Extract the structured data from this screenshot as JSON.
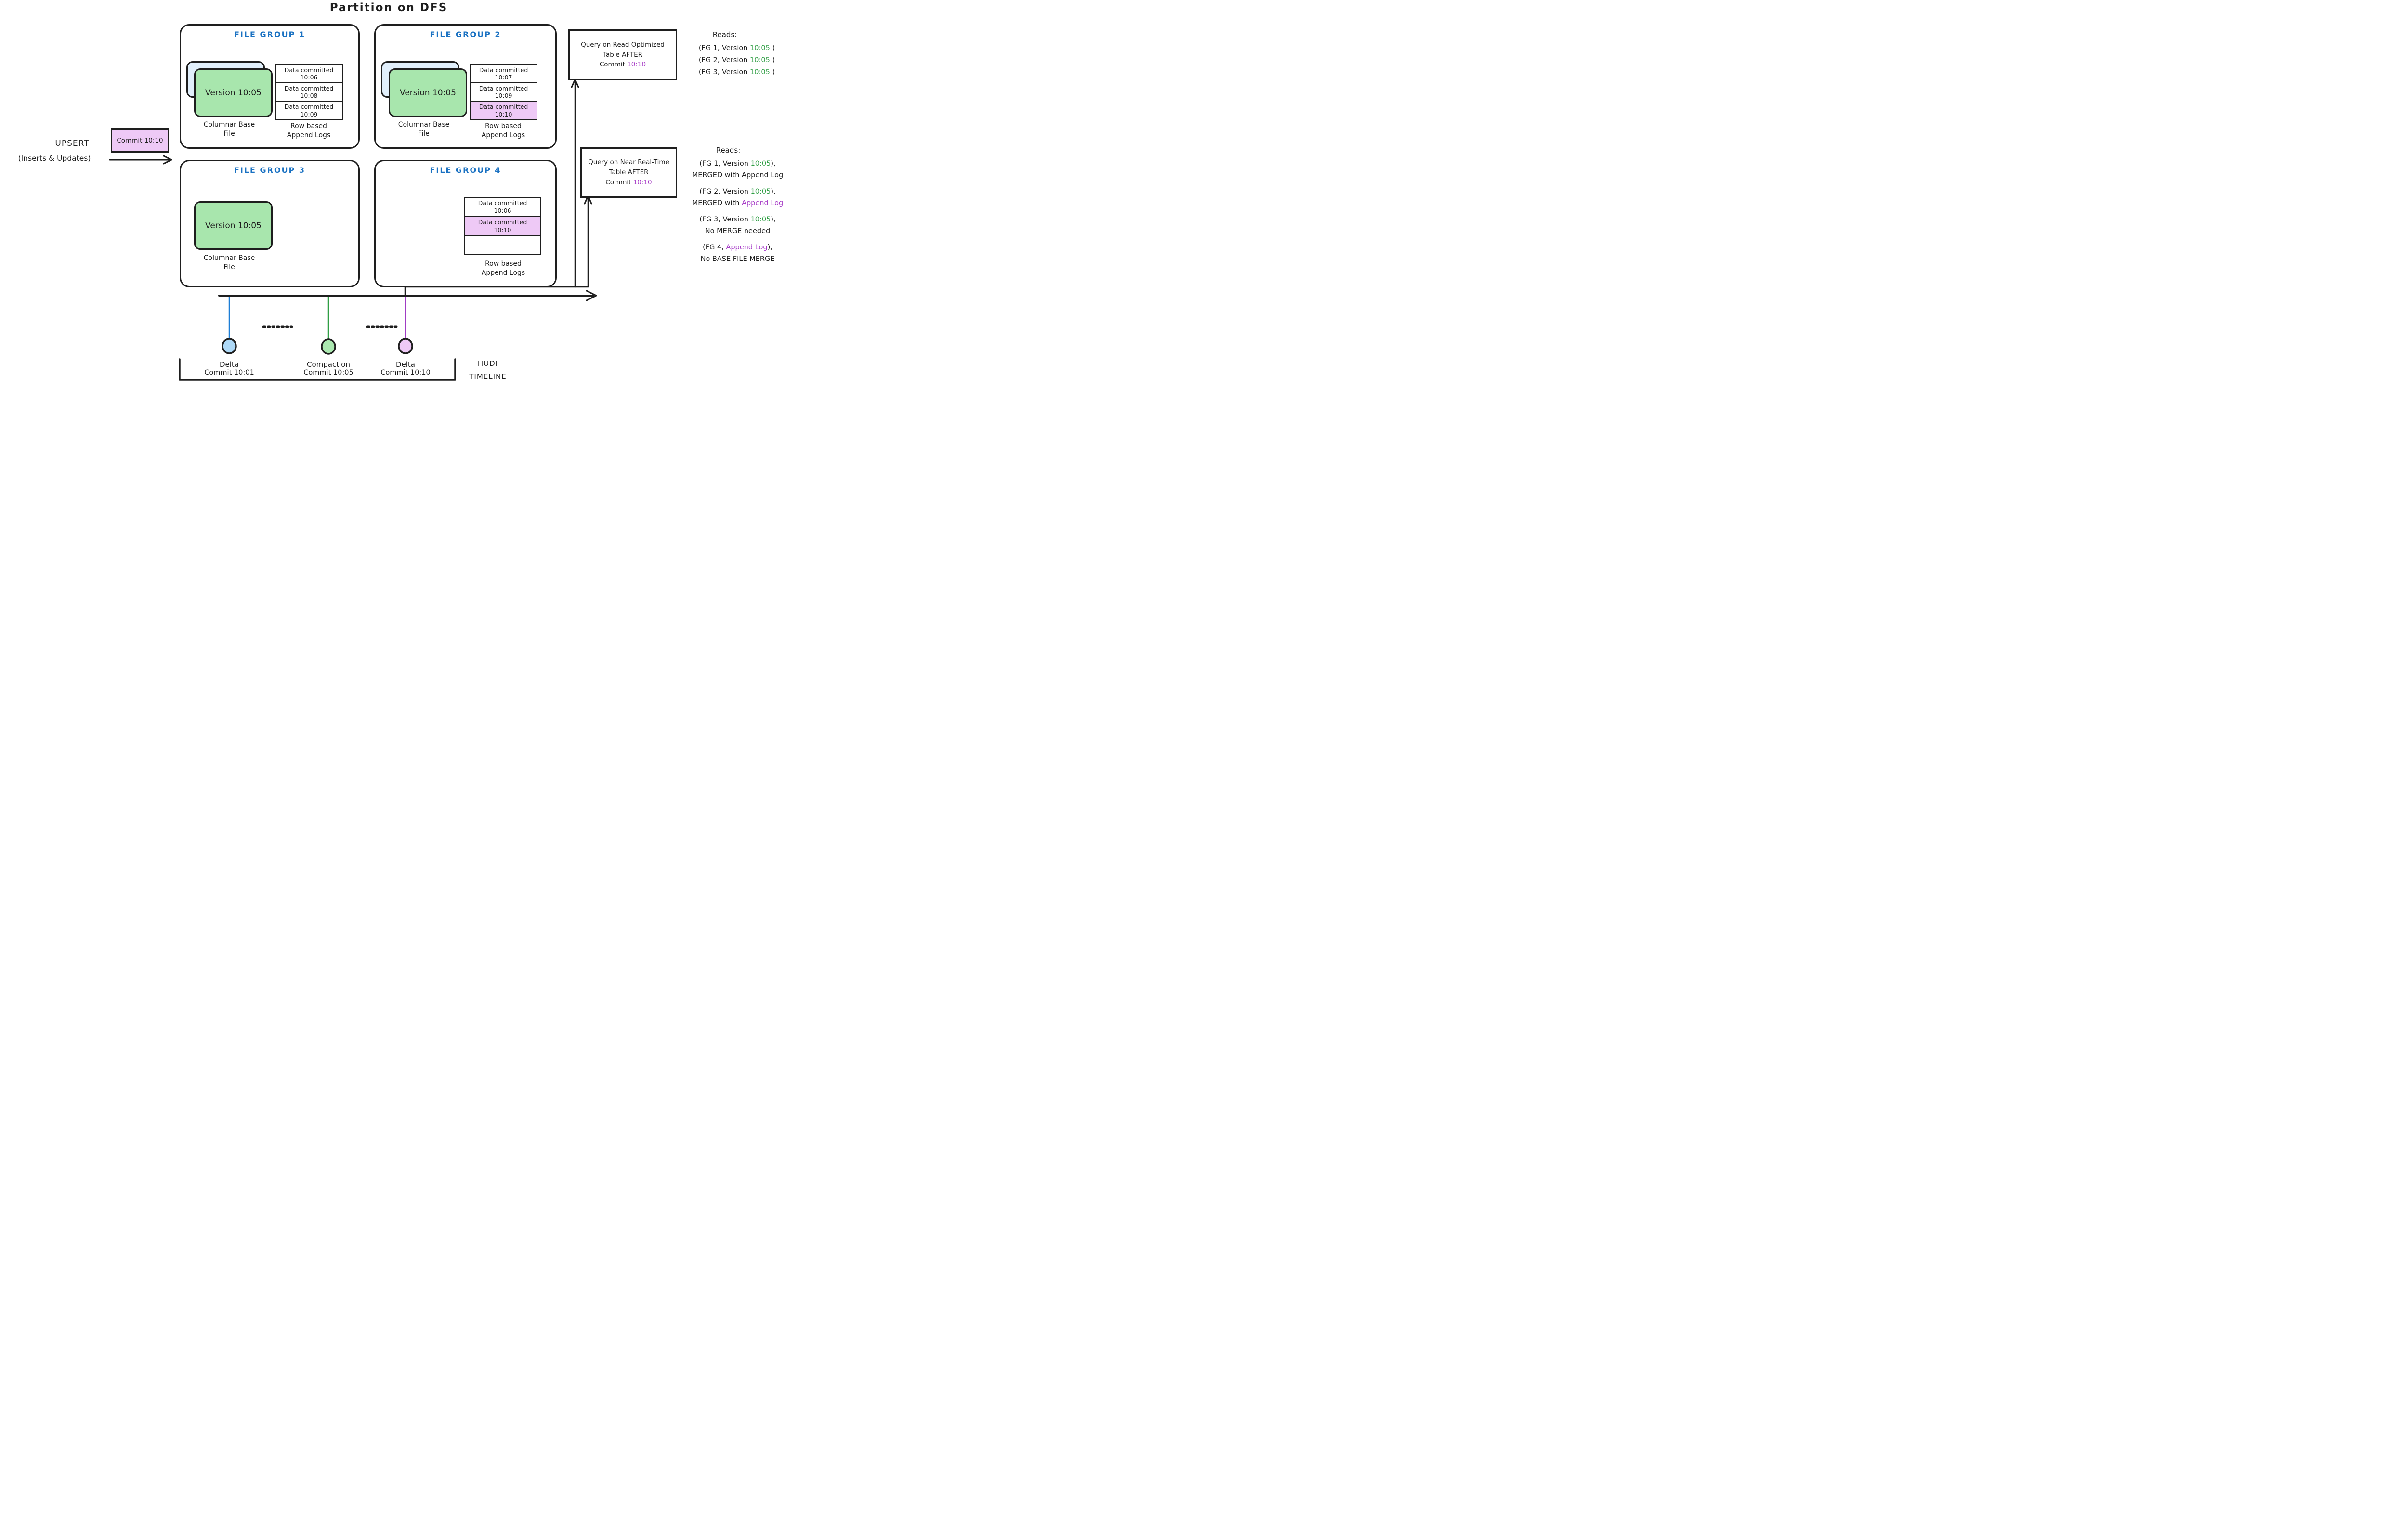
{
  "title": "Partition on DFS",
  "colors": {
    "stroke": "#1e1e1e",
    "file_group_heading": "#1971c2",
    "base_file_green": "#a8e6ad",
    "old_file_blue": "#e1effb",
    "commit_purple_fill": "#eec9f6",
    "green_time_text": "#2f9e44",
    "purple_time_text": "#a63bc6",
    "timeline_stem_blue": "#1c7ed6",
    "timeline_stem_green": "#2f9e44",
    "timeline_stem_purple": "#a03bc4"
  },
  "upsert": {
    "title": "UPSERT",
    "subtitle": "(Inserts & Updates)",
    "commit_box": "Commit 10:10"
  },
  "file_groups": [
    {
      "title": "FILE GROUP 1",
      "base_file": {
        "version": "Version 10:05",
        "caption": "Columnar Base\nFile"
      },
      "append_logs": {
        "rows": [
          "Data committed\n10:06",
          "Data committed\n10:08",
          "Data committed\n10:09"
        ],
        "caption": "Row based\nAppend Logs"
      }
    },
    {
      "title": "FILE GROUP 2",
      "base_file": {
        "version": "Version 10:05",
        "caption": "Columnar Base\nFile"
      },
      "append_logs": {
        "rows": [
          "Data committed\n10:07",
          "Data committed\n10:09",
          "Data committed\n10:10"
        ],
        "caption": "Row based\nAppend Logs"
      }
    },
    {
      "title": "FILE GROUP 3",
      "base_file": {
        "version": "Version 10:05",
        "caption": "Columnar Base\nFile"
      }
    },
    {
      "title": "FILE GROUP 4",
      "append_logs": {
        "rows": [
          "Data committed\n10:06",
          "Data committed\n10:10",
          ""
        ],
        "caption": "Row based\nAppend Logs"
      }
    }
  ],
  "queries": [
    {
      "line1": "Query on Read Optimized",
      "line2": "Table AFTER",
      "commit_prefix": "Commit ",
      "commit_time": "10:10"
    },
    {
      "line1": "Query on Near Real-Time",
      "line2": "Table AFTER",
      "commit_prefix": "Commit ",
      "commit_time": "10:10"
    }
  ],
  "reads_optimized": {
    "title": "Reads:",
    "items": [
      {
        "pre": "(FG 1, Version ",
        "time": "10:05",
        "post": " )"
      },
      {
        "pre": "(FG 2, Version ",
        "time": "10:05",
        "post": " )"
      },
      {
        "pre": "(FG 3, Version ",
        "time": "10:05",
        "post": " )"
      }
    ]
  },
  "reads_realtime": {
    "title": "Reads:",
    "items": [
      {
        "l1_pre": "(FG 1, Version ",
        "l1_time": "10:05",
        "l1_post": "),",
        "l2_pre": "MERGED with Append Log",
        "l2_purple": ""
      },
      {
        "l1_pre": "(FG 2, Version ",
        "l1_time": "10:05",
        "l1_post": "),",
        "l2_pre": "MERGED with ",
        "l2_purple": "Append Log"
      },
      {
        "l1_pre": "(FG 3, Version ",
        "l1_time": "10:05",
        "l1_post": "),",
        "l2_pre": "No MERGE needed",
        "l2_purple": ""
      },
      {
        "l1_pre": "(FG 4, ",
        "l1_purple": "Append Log",
        "l1_post": "),",
        "l2_pre": "No BASE FILE MERGE",
        "l2_purple": ""
      }
    ]
  },
  "timeline": {
    "events": [
      {
        "name": "Delta",
        "commit": "Commit 10:01",
        "color": "#1c7ed6"
      },
      {
        "name": "Compaction",
        "commit": "Commit 10:05",
        "color": "#2f9e44"
      },
      {
        "name": "Delta",
        "commit": "Commit 10:10",
        "color": "#a03bc4"
      }
    ],
    "label": "HUDI\nTIMELINE"
  }
}
